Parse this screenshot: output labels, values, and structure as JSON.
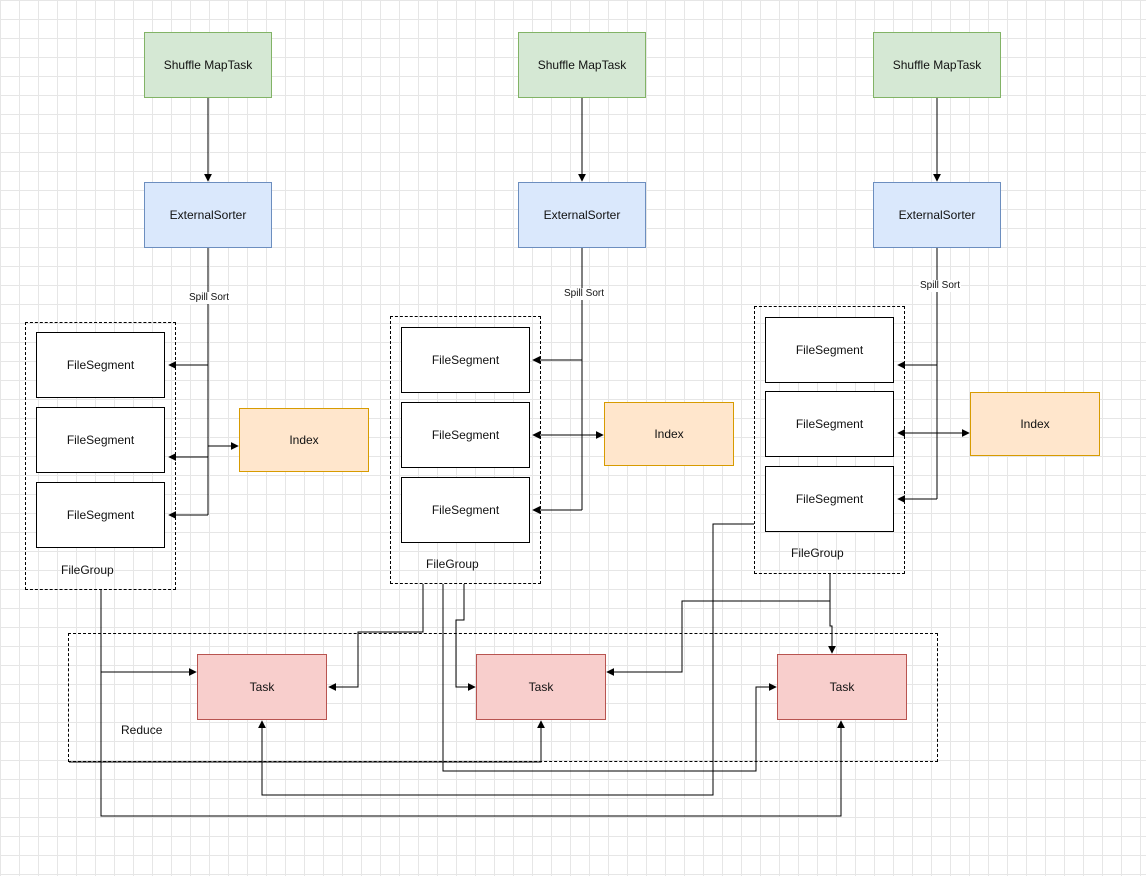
{
  "diagram": {
    "map_tasks": [
      "Shuffle MapTask",
      "Shuffle MapTask",
      "Shuffle MapTask"
    ],
    "sorters": [
      "ExternalSorter",
      "ExternalSorter",
      "ExternalSorter"
    ],
    "spill_labels": [
      "Spill Sort",
      "Spill Sort",
      "Spill Sort"
    ],
    "file_groups": [
      {
        "label": "FileGroup",
        "segments": [
          "FileSegment",
          "FileSegment",
          "FileSegment"
        ]
      },
      {
        "label": "FileGroup",
        "segments": [
          "FileSegment",
          "FileSegment",
          "FileSegment"
        ]
      },
      {
        "label": "FileGroup",
        "segments": [
          "FileSegment",
          "FileSegment",
          "FileSegment"
        ]
      }
    ],
    "indexes": [
      "Index",
      "Index",
      "Index"
    ],
    "reduce": {
      "label": "Reduce",
      "tasks": [
        "Task",
        "Task",
        "Task"
      ]
    }
  }
}
